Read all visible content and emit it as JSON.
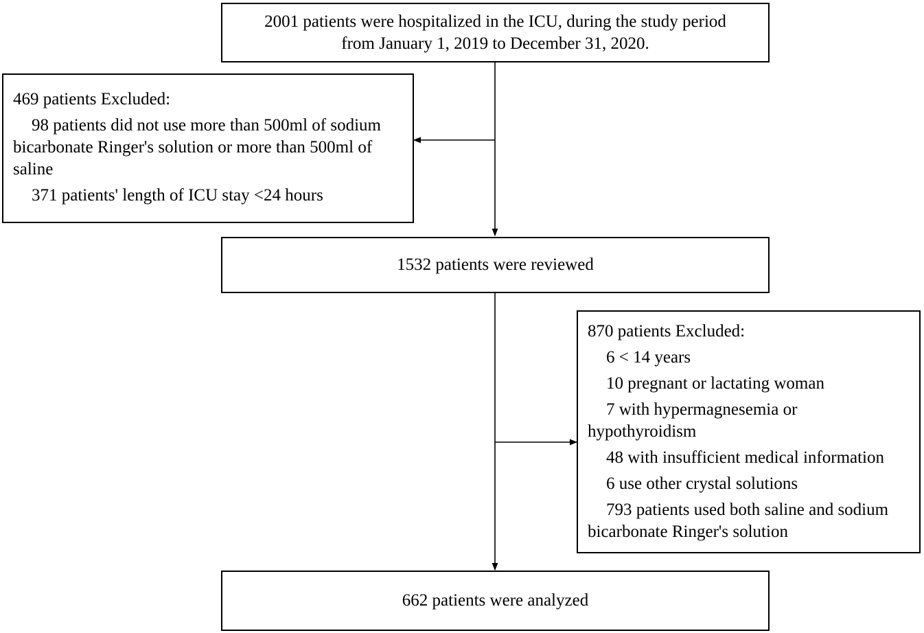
{
  "flow": {
    "box1": {
      "lines": [
        "2001 patients were hospitalized in the ICU, during the study period",
        "from January 1, 2019 to December 31, 2020."
      ]
    },
    "exclusion1": {
      "heading": "469 patients Excluded:",
      "items": [
        "98 patients did not use more than 500ml of sodium bicarbonate Ringer's solution or more than 500ml of saline",
        "371  patients' length of  ICU stay <24 hours"
      ]
    },
    "box2": {
      "lines": [
        "1532 patients were reviewed"
      ]
    },
    "exclusion2": {
      "heading": "870 patients Excluded:",
      "items": [
        "6 < 14 years",
        "10 pregnant or lactating woman",
        "7 with hypermagnesemia or hypothyroidism",
        "48 with insufficient medical information",
        "6 use other crystal solutions",
        "793  patients used both saline and sodium bicarbonate Ringer's solution"
      ]
    },
    "box3": {
      "lines": [
        "662   patients were analyzed"
      ]
    }
  }
}
